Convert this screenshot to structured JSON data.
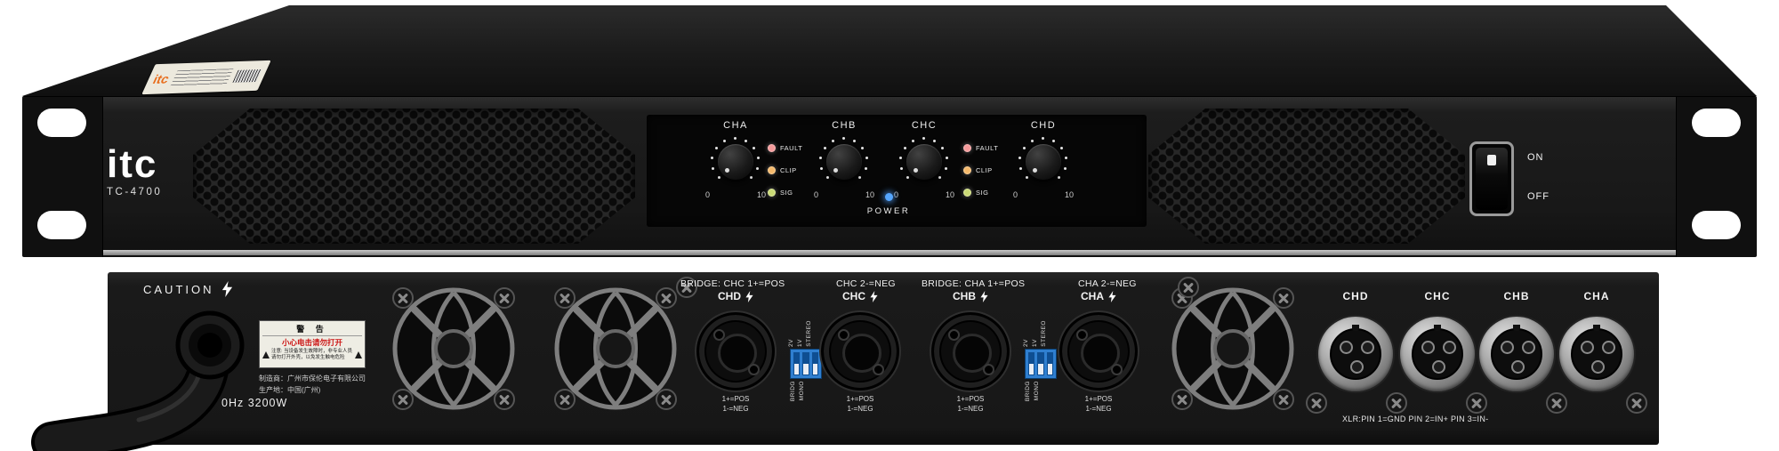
{
  "front": {
    "brand": "itc",
    "model": "TC-4700",
    "power_label": "POWER",
    "power_led_color": "#55a6ff",
    "switch_on": "ON",
    "switch_off": "OFF",
    "channels": [
      {
        "label": "CHA",
        "min": "0",
        "max": "10"
      },
      {
        "label": "CHB",
        "min": "0",
        "max": "10"
      },
      {
        "label": "CHC",
        "min": "0",
        "max": "10"
      },
      {
        "label": "CHD",
        "min": "0",
        "max": "10"
      }
    ],
    "leds": [
      {
        "label": "FAULT",
        "color": "#f59a9a"
      },
      {
        "label": "CLIP",
        "color": "#f5b96a"
      },
      {
        "label": "SIG",
        "color": "#cada74"
      }
    ]
  },
  "rear": {
    "caution": "CAUTION",
    "warning": {
      "title": "警 告",
      "subtitle": "小心电击请勿打开",
      "note_line1": "注意: 当设备发生故障时，非专业人员",
      "note_line2": "请勿打开外壳，以免发生触电危险"
    },
    "manufacturer": "制造商：广州市保伦电子有限公司",
    "origin": "生产地：中国(广州)",
    "rating": "0Hz 3200W",
    "speakon_groups": [
      {
        "bridge_left": "BRIDGE: CHC 1+=POS",
        "bridge_right": "CHC 2-=NEG",
        "connectors": [
          {
            "label": "CHD",
            "pin1": "1+=POS",
            "pin2": "1-=NEG"
          },
          {
            "label": "CHC",
            "pin1": "1+=POS",
            "pin2": "1-=NEG"
          }
        ]
      },
      {
        "bridge_left": "BRIDGE: CHA 1+=POS",
        "bridge_right": "CHA 2-=NEG",
        "connectors": [
          {
            "label": "CHB",
            "pin1": "1+=POS",
            "pin2": "1-=NEG"
          },
          {
            "label": "CHA",
            "pin1": "1+=POS",
            "pin2": "1-=NEG"
          }
        ]
      }
    ],
    "dip": {
      "top_labels": [
        "2V",
        "1V"
      ],
      "right_label": "STEREO",
      "bottom_labels": [
        "BRIDG",
        "MONO"
      ]
    },
    "xlr_labels": [
      "CHD",
      "CHC",
      "CHB",
      "CHA"
    ],
    "xlr_note": "XLR:PIN 1=GND PIN 2=IN+ PIN 3=IN-"
  }
}
